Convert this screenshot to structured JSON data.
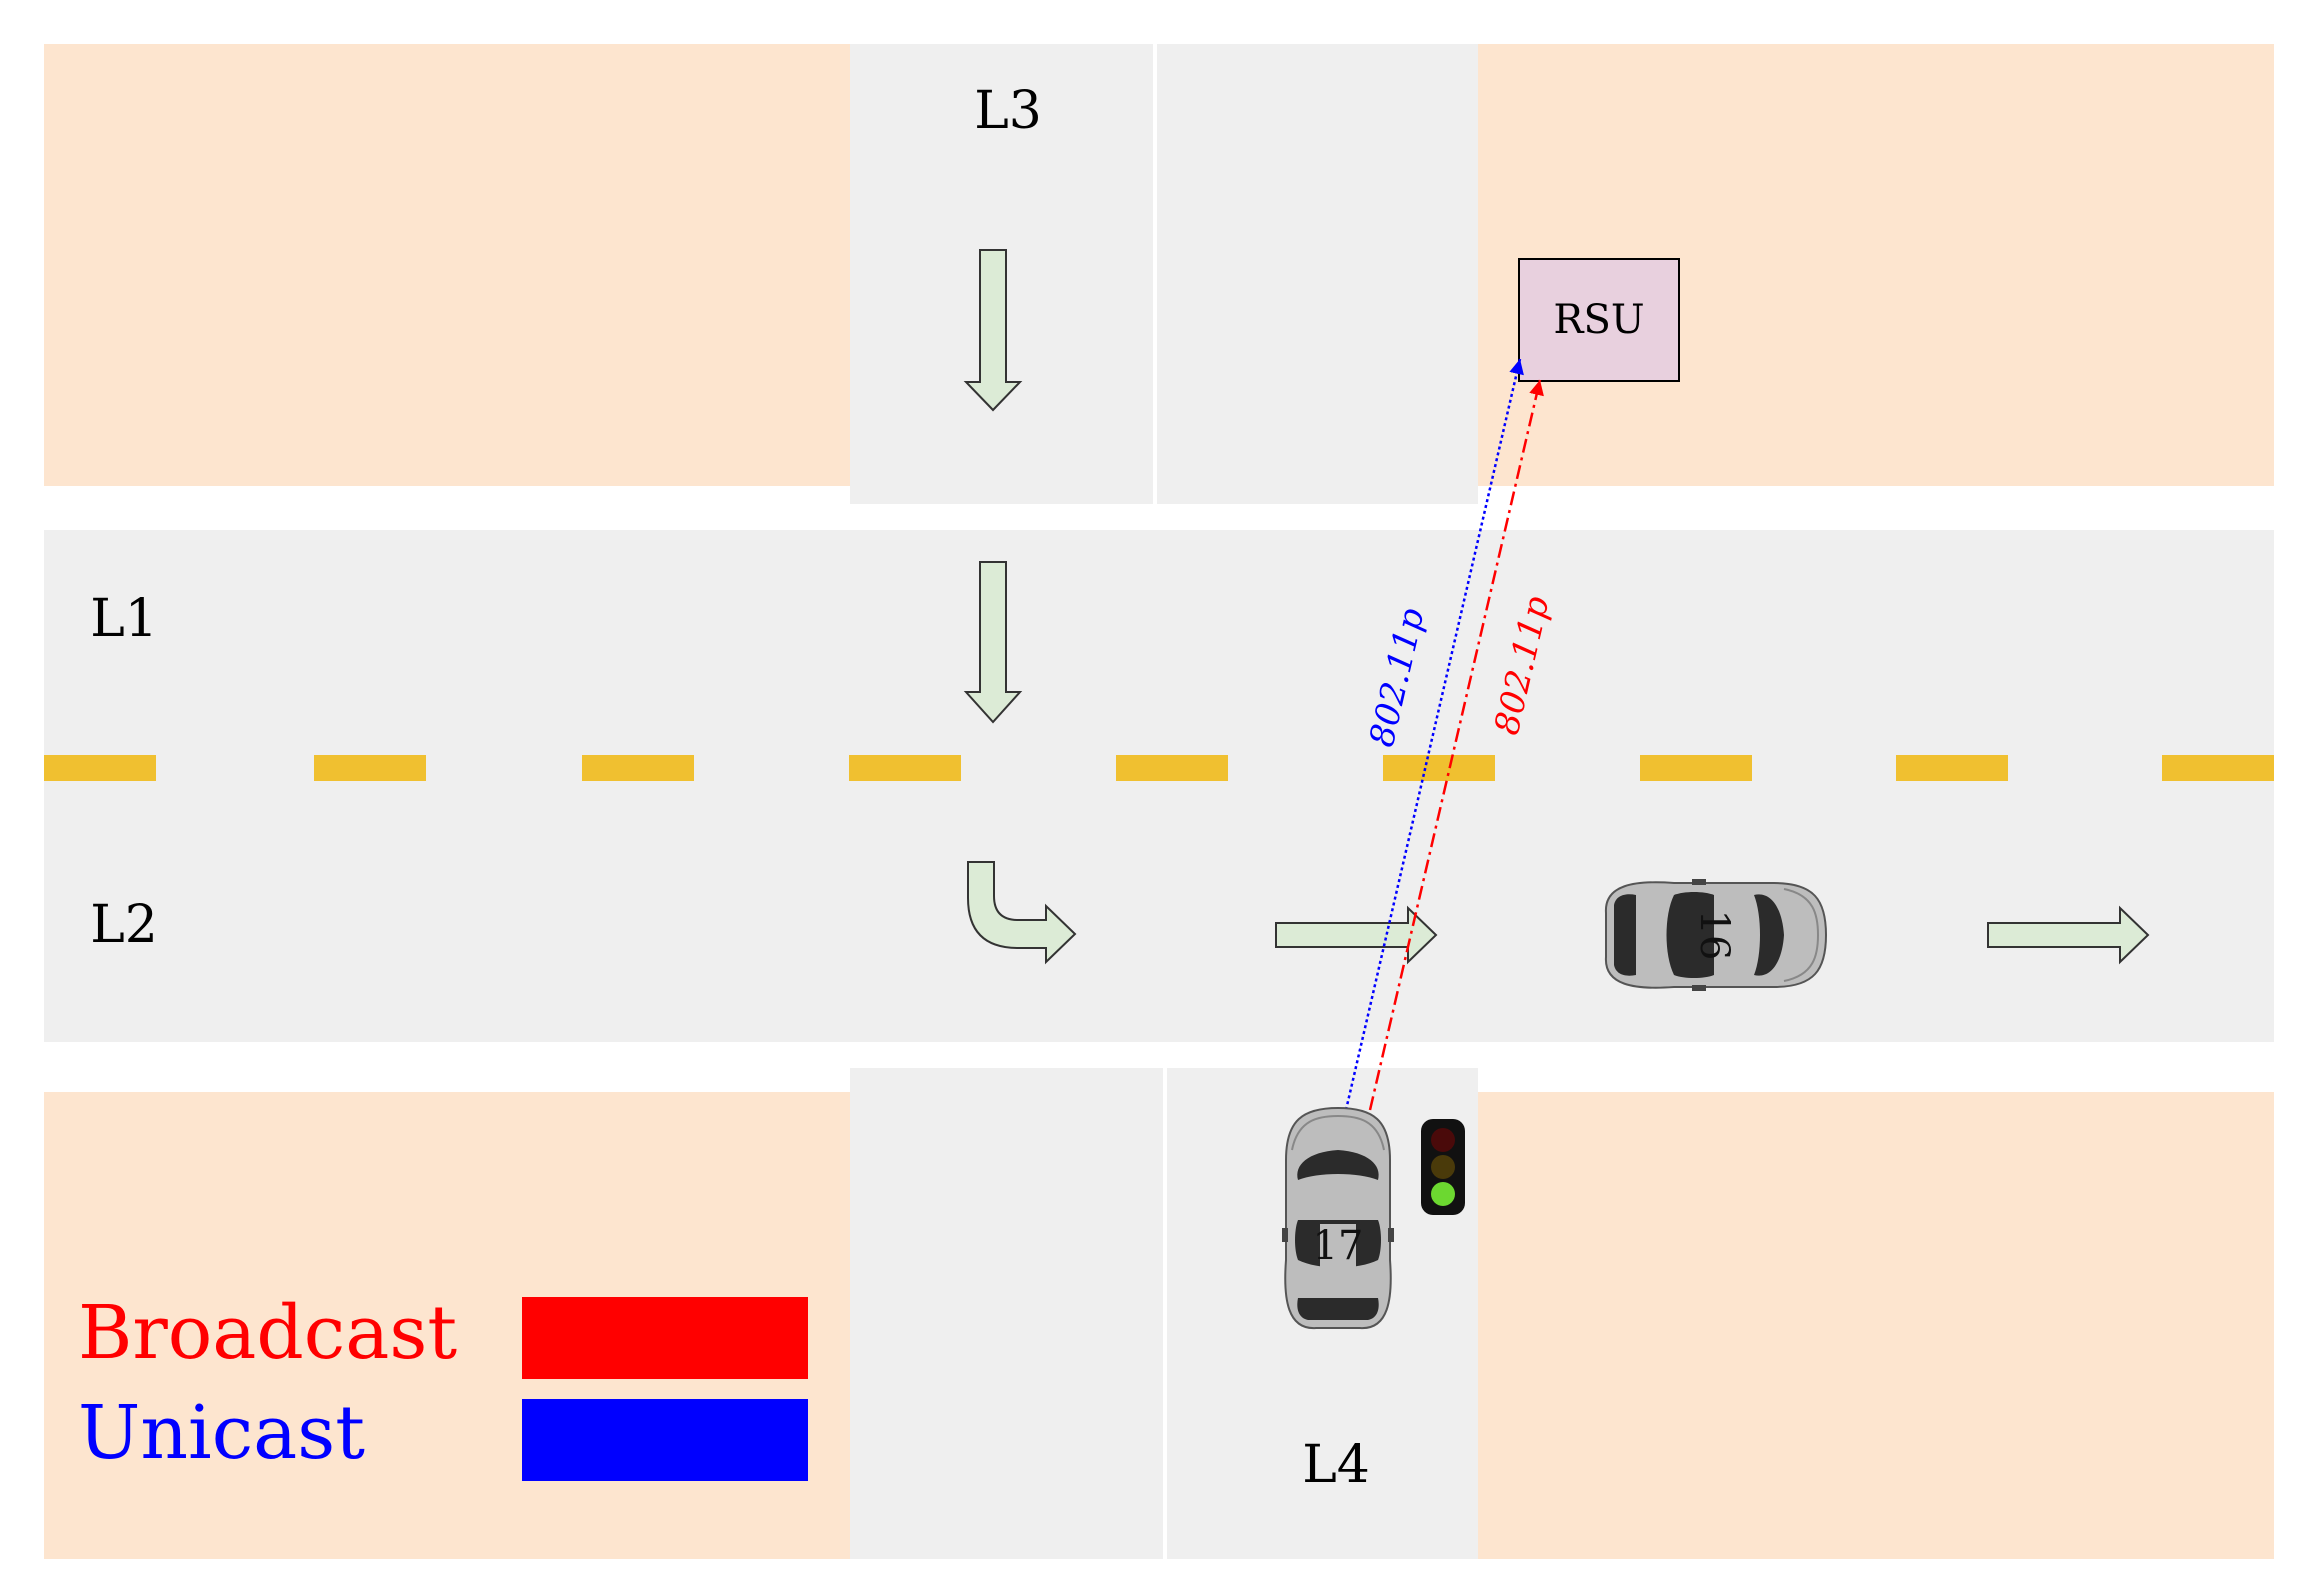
{
  "lanes": {
    "l1": "L1",
    "l2": "L2",
    "l3": "L3",
    "l4": "L4"
  },
  "rsu": {
    "label": "RSU"
  },
  "links": {
    "unicast_label": "802.11p",
    "broadcast_label": "802.11p"
  },
  "vehicles": [
    {
      "id": "16"
    },
    {
      "id": "17"
    }
  ],
  "legend": {
    "broadcast": "Broadcast",
    "unicast": "Unicast"
  },
  "colors": {
    "block": "#fde5cf",
    "road": "#efefef",
    "divider": "#f0c030",
    "arrow_fill": "#dcebd6",
    "rsu_fill": "#e8d0de",
    "broadcast": "#ff0000",
    "unicast": "#0000ff",
    "car_body": "#bdbdbd",
    "car_dark": "#2b2b2b"
  }
}
